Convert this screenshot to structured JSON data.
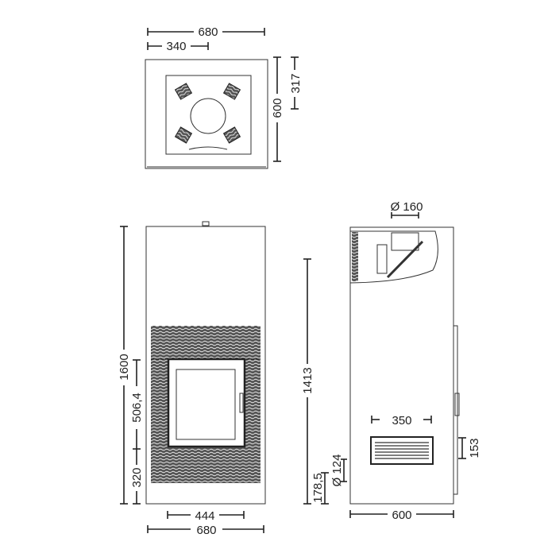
{
  "top_view": {
    "width_label": "680",
    "half_width_label": "340",
    "depth_label": "600",
    "center_depth_label": "317"
  },
  "front_view": {
    "height_label": "1600",
    "door_height_label": "506,4",
    "door_base_label": "320",
    "door_width_label": "444",
    "width_label": "680"
  },
  "side_view": {
    "flue_diameter_label": "Ø 160",
    "flue_height_label": "1413",
    "grille_width_label": "350",
    "grille_height_label": "153",
    "air_inlet_diameter_label": "Ø 124",
    "air_inlet_height_label": "178,5",
    "depth_label": "600"
  }
}
